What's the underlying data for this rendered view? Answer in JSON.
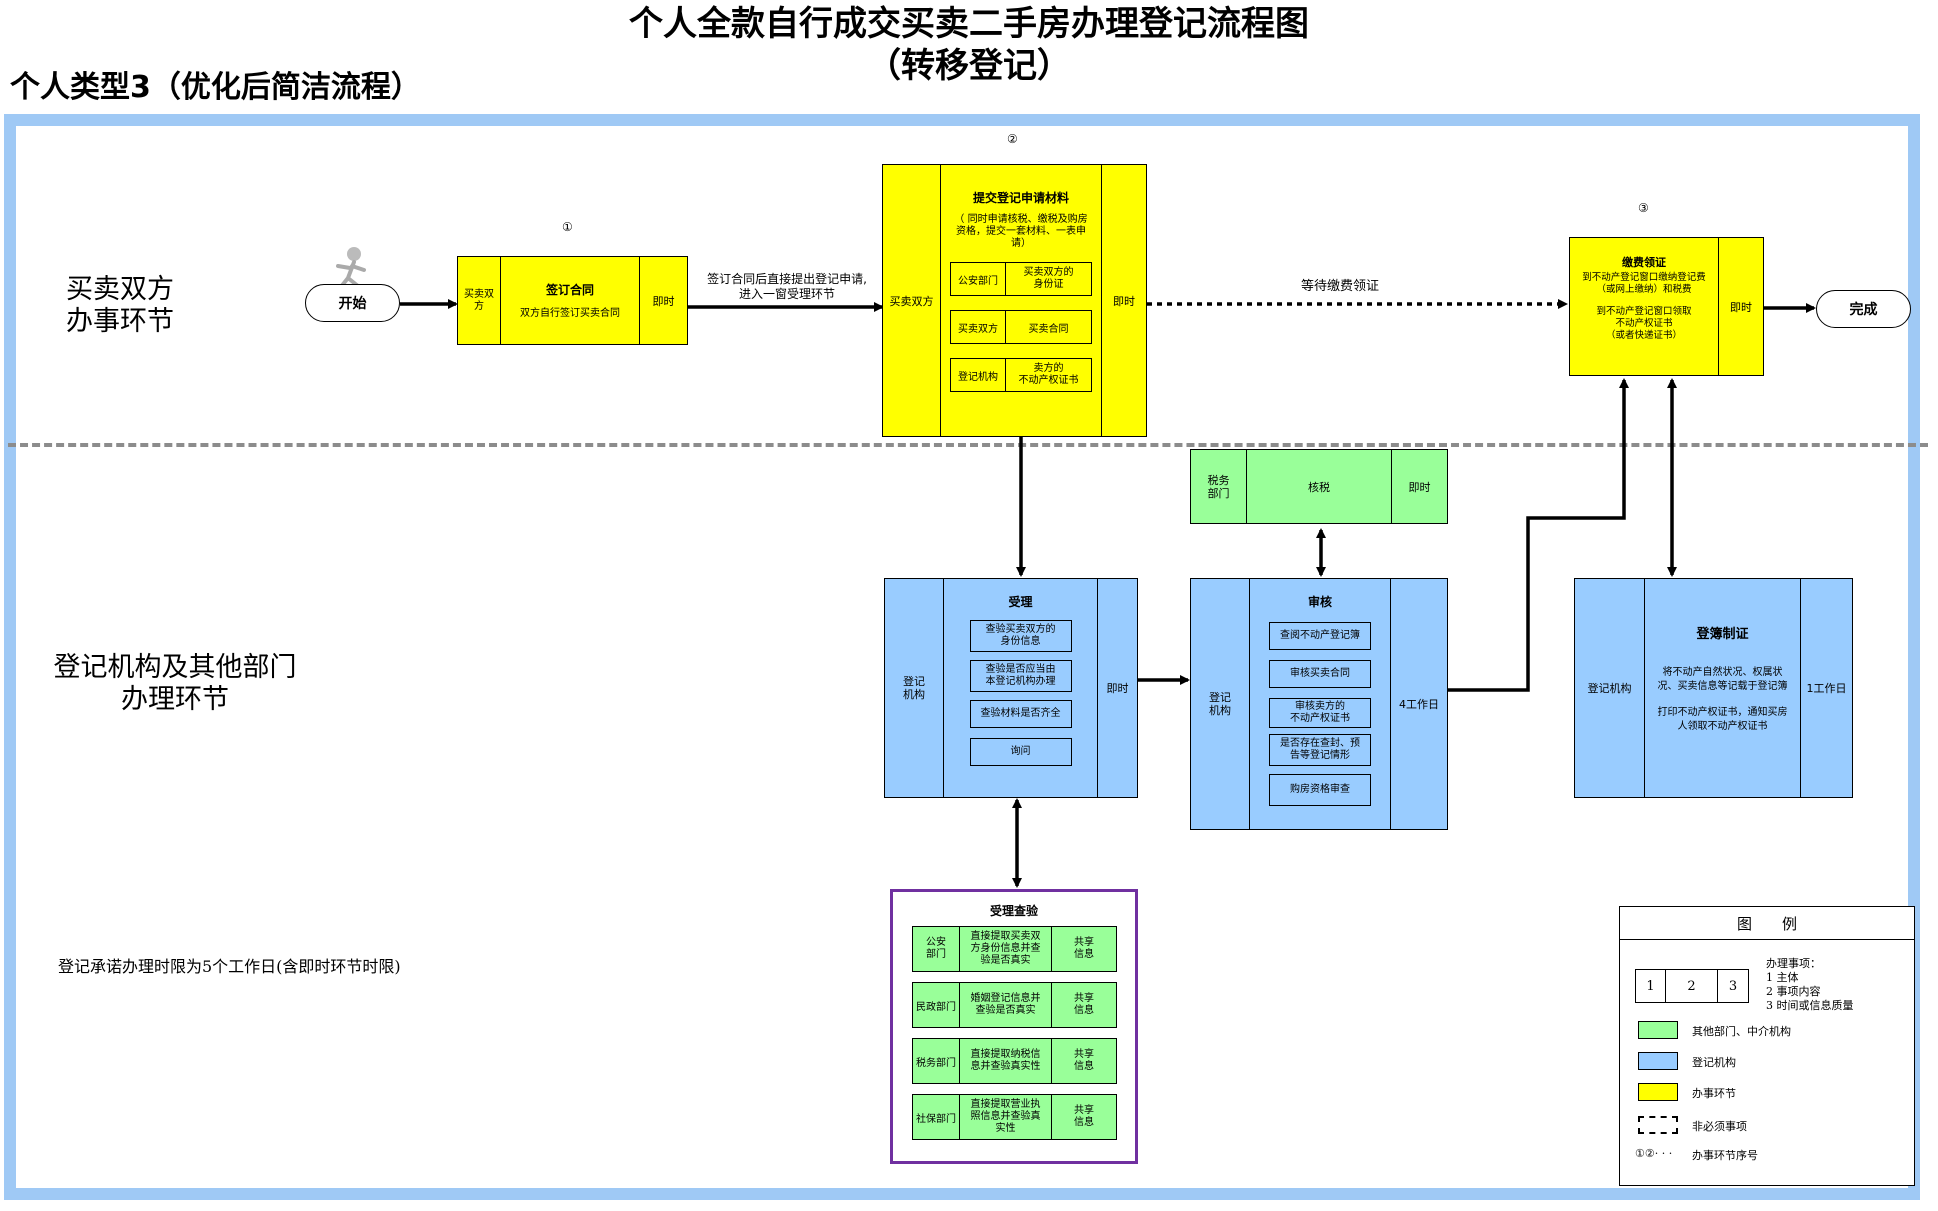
{
  "title": {
    "line1": "个人全款自行成交买卖二手房办理登记流程图",
    "line2": "（转移登记）",
    "type_label": "个人类型3（优化后简洁流程）"
  },
  "lanes": {
    "top": [
      "买卖双方",
      "办事环节"
    ],
    "bottom": [
      "登记机构及其他部门",
      "办理环节"
    ]
  },
  "nodes": {
    "start": "开始",
    "finish": "完成",
    "step1": {
      "num": "①",
      "subject": "买卖双方",
      "head": "签订合同",
      "content": "双方自行签订买卖合同",
      "time": "即时"
    },
    "arrow1_label": [
      "签订合同后直接提出登记申请,",
      "进入一窗受理环节"
    ],
    "step2": {
      "num": "②",
      "subject": "买卖双方",
      "head": "提交登记申请材料",
      "content": [
        "（ 同时申请核税、缴税及购房",
        "资格，提交一套材料、一表申",
        "请）"
      ],
      "items": [
        {
          "dept": "公安部门",
          "doc": [
            "买卖双方的",
            "身份证"
          ]
        },
        {
          "dept": "买卖双方",
          "doc": [
            "买卖合同"
          ]
        },
        {
          "dept": "登记机构",
          "doc": [
            "卖方的",
            "不动产权证书"
          ]
        }
      ],
      "time": "即时"
    },
    "wait_label": "等待缴费领证",
    "step3": {
      "num": "③",
      "head": "缴费领证",
      "content": [
        "到不动产登记窗口缴纳登记费",
        "（或网上缴纳）和税费",
        "",
        "到不动产登记窗口领取",
        "不动产权证书",
        "（或者快递证书）"
      ],
      "time": "即时"
    },
    "tax": {
      "subject": [
        "税务",
        "部门"
      ],
      "content": "核税",
      "time": "即时"
    },
    "accept": {
      "subject": [
        "登记",
        "机构"
      ],
      "head": "受理",
      "items": [
        [
          "查验买卖双方的",
          "身份信息"
        ],
        [
          "查验是否应当由",
          "本登记机构办理"
        ],
        [
          "查验材料是否齐全"
        ],
        [
          "询问"
        ]
      ],
      "time": "即时"
    },
    "review": {
      "subject": [
        "登记",
        "机构"
      ],
      "head": "审核",
      "items": [
        [
          "查阅不动产登记簿"
        ],
        [
          "审核买卖合同"
        ],
        [
          "审核卖方的",
          "不动产权证书"
        ],
        [
          "是否存在查封、预",
          "告等登记情形"
        ],
        [
          "购房资格审查"
        ]
      ],
      "time": "4工作日"
    },
    "register": {
      "subject": "登记机构",
      "head": "登簿制证",
      "content": [
        "将不动产自然状况、权属状",
        "况、买卖信息等记载于登记簿",
        "",
        "打印不动产权证书，通知买房",
        "人领取不动产权证书"
      ],
      "time": "1工作日"
    },
    "check": {
      "head": "受理查验",
      "rows": [
        {
          "dept": [
            "公安",
            "部门"
          ],
          "content": [
            "直接提取买卖双",
            "方身份信息并查",
            "验是否真实"
          ],
          "share": [
            "共享",
            "信息"
          ]
        },
        {
          "dept": [
            "民政部门"
          ],
          "content": [
            "婚姻登记信息并",
            "查验是否真实"
          ],
          "share": [
            "共享",
            "信息"
          ]
        },
        {
          "dept": [
            "税务部门"
          ],
          "content": [
            "直接提取纳税信",
            "息并查验真实性"
          ],
          "share": [
            "共享",
            "信息"
          ]
        },
        {
          "dept": [
            "社保部门"
          ],
          "content": [
            "直接提取营业执",
            "照信息并查验真",
            "实性"
          ],
          "share": [
            "共享",
            "信息"
          ]
        }
      ]
    }
  },
  "note": "登记承诺办理时限为5个工作日(含即时环节时限)",
  "legend": {
    "title": "图　　例",
    "sample_cells": [
      "1",
      "2",
      "3"
    ],
    "items_title": "办理事项：",
    "items": [
      "1 主体",
      "2 事项内容",
      "3 时间或信息质量"
    ],
    "entries": [
      {
        "color": "#99ff99",
        "label": "其他部门、中介机构"
      },
      {
        "color": "#99ccff",
        "label": "登记机构"
      },
      {
        "color": "#ffff00",
        "label": "办事环节"
      }
    ],
    "dashed_label": "非必须事项",
    "seq_symbol": "①②· · ·",
    "seq_label": "办事环节序号"
  }
}
